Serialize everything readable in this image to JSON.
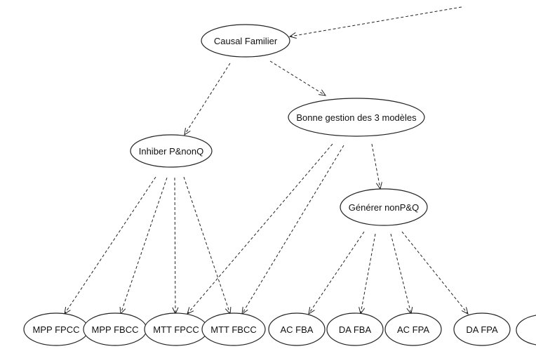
{
  "diagram": {
    "nodes": {
      "causal_familier": "Causal Familier",
      "bonne_gestion": "Bonne gestion des 3 modèles",
      "inhiber": "Inhiber P&nonQ",
      "generer": "Générer nonP&Q",
      "mpp_fpcc": "MPP FPCC",
      "mpp_fbcc": "MPP FBCC",
      "mtt_fpcc": "MTT FPCC",
      "mtt_fbcc": "MTT FBCC",
      "ac_fba": "AC FBA",
      "da_fba": "DA FBA",
      "ac_fpa": "AC FPA",
      "da_fpa": "DA FPA"
    },
    "edges": [
      [
        "external",
        "causal_familier"
      ],
      [
        "causal_familier",
        "bonne_gestion"
      ],
      [
        "causal_familier",
        "inhiber"
      ],
      [
        "bonne_gestion",
        "generer"
      ],
      [
        "bonne_gestion",
        "mtt_fpcc"
      ],
      [
        "bonne_gestion",
        "mtt_fbcc"
      ],
      [
        "inhiber",
        "mpp_fpcc"
      ],
      [
        "inhiber",
        "mpp_fbcc"
      ],
      [
        "inhiber",
        "mtt_fpcc"
      ],
      [
        "inhiber",
        "mtt_fbcc"
      ],
      [
        "generer",
        "ac_fba"
      ],
      [
        "generer",
        "da_fba"
      ],
      [
        "generer",
        "ac_fpa"
      ],
      [
        "generer",
        "da_fpa"
      ]
    ]
  }
}
